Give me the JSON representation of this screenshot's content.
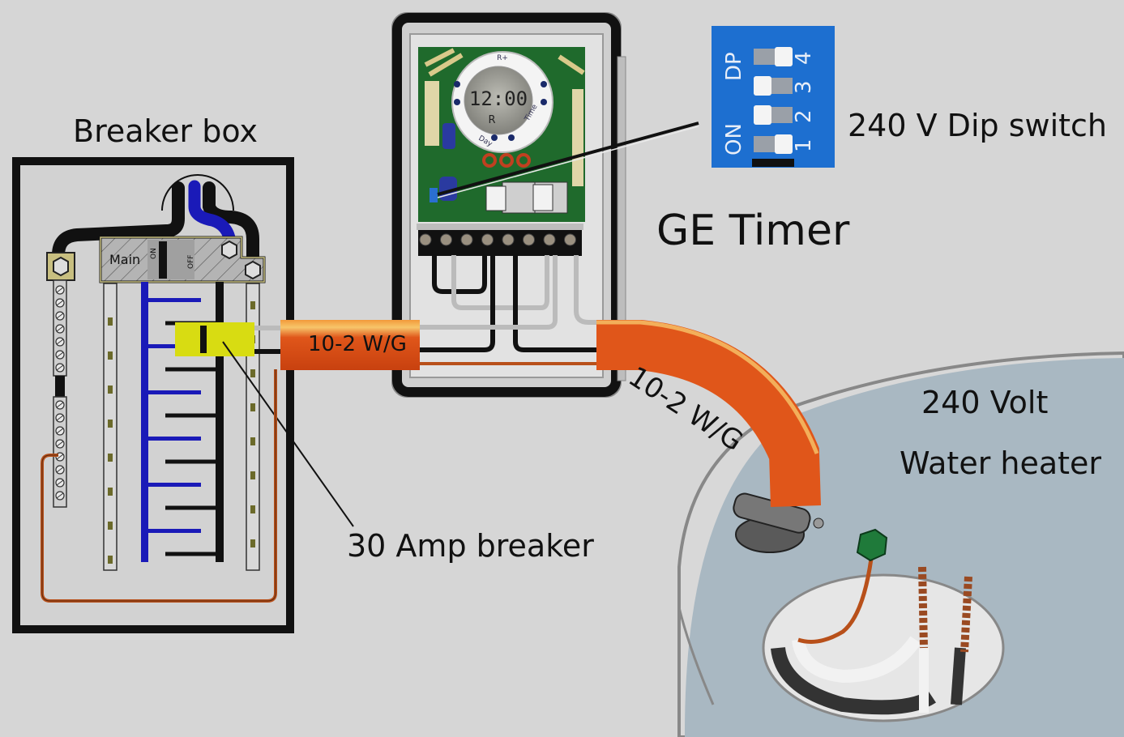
{
  "title": "Water heater GE timer wiring diagram",
  "labels": {
    "breaker_box": "Breaker box",
    "ge_timer": "GE Timer",
    "dip_switch": "240 V Dip switch",
    "thirty_amp_breaker": "30 Amp breaker",
    "water_heater_line1": "240 Volt",
    "water_heater_line2": "Water heater"
  },
  "cables": [
    {
      "id": "breaker-to-timer",
      "label": "10-2 W/G"
    },
    {
      "id": "timer-to-heater",
      "label": "10-2 W/G"
    }
  ],
  "breaker_panel": {
    "main_label": "Main",
    "on_label": "ON",
    "off_label": "OFF"
  },
  "timer_display": {
    "time": "12:00",
    "indicator": "R",
    "bezel_labels": [
      "R+",
      "Day",
      "Time"
    ]
  },
  "dip_switch": {
    "header_on": "ON",
    "header_dp": "DP",
    "switches": [
      {
        "number": "1",
        "position": "off"
      },
      {
        "number": "2",
        "position": "on"
      },
      {
        "number": "3",
        "position": "on"
      },
      {
        "number": "4",
        "position": "off"
      }
    ]
  },
  "colors": {
    "background": "#d6d6d6",
    "cable_orange": "#e0561a",
    "breaker_yellow": "#d8dc12",
    "neutral_blue": "#1a1ab8",
    "dip_blue": "#1d6fd0",
    "pcb_green": "#1f6a2c",
    "heater_top": "#a9b8c2",
    "ground_copper": "#b8501a"
  }
}
